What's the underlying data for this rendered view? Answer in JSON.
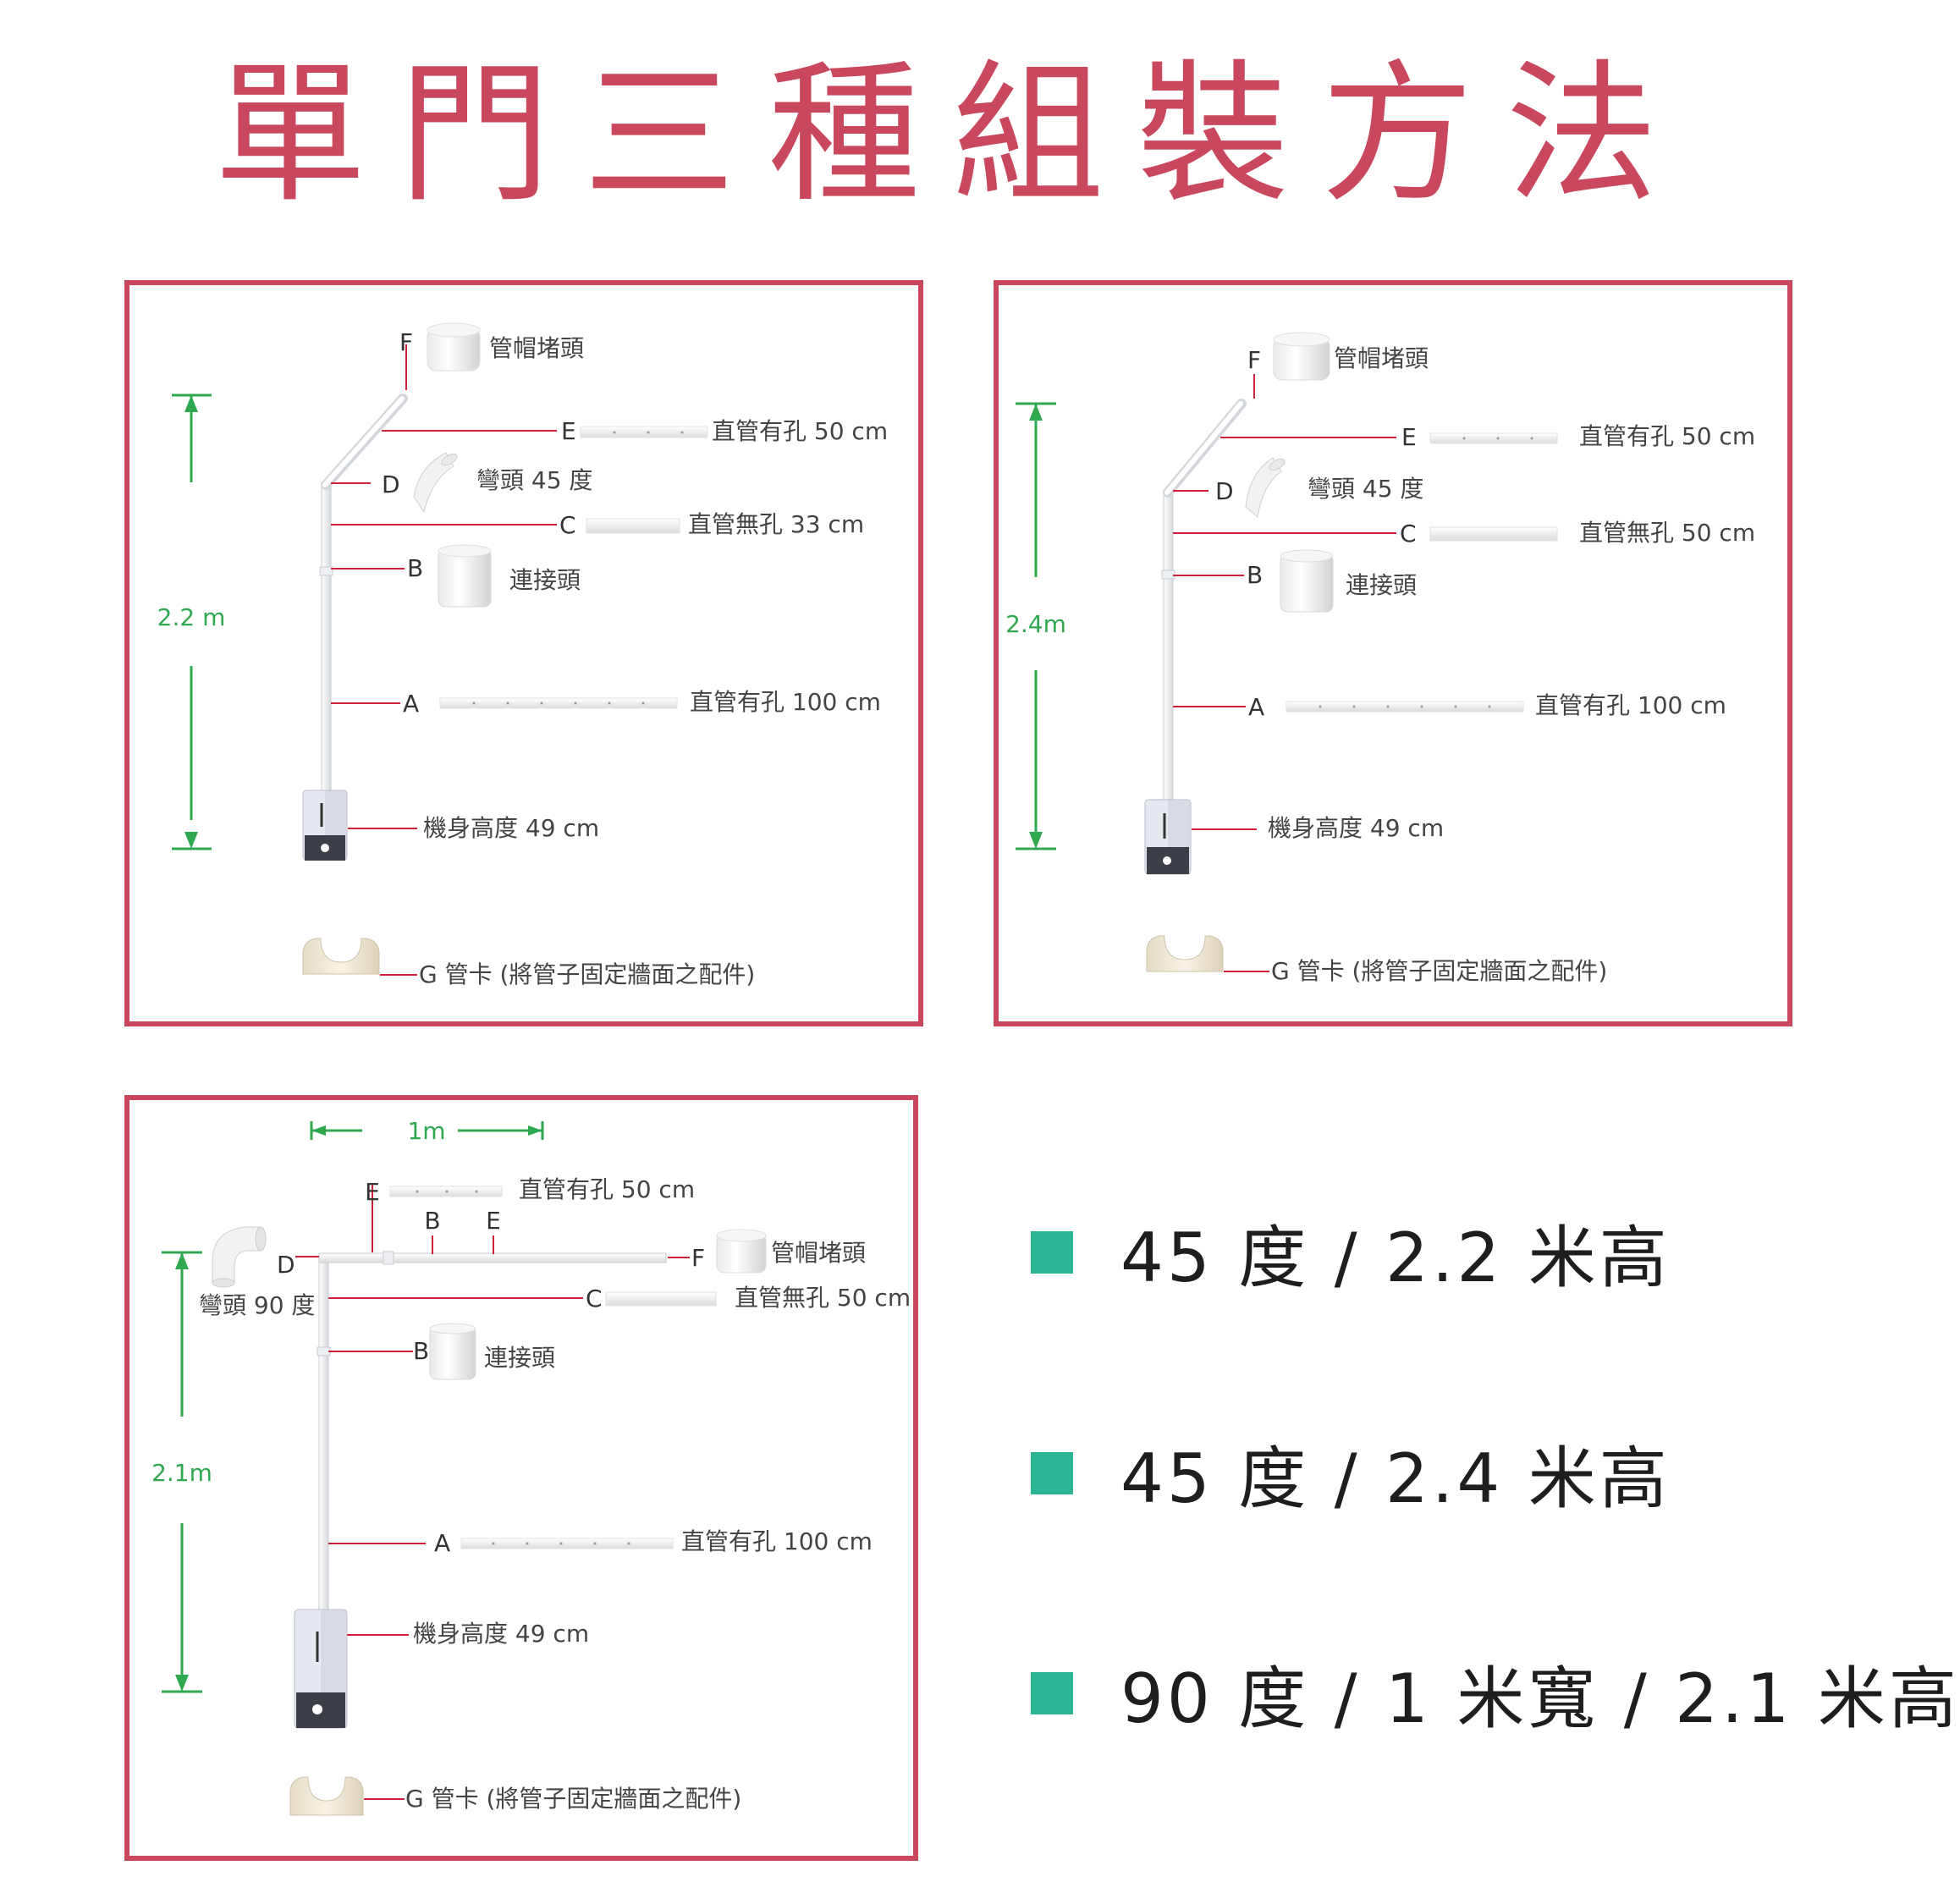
{
  "title": "單門三種組裝方法",
  "colors": {
    "frame": "#c9485e",
    "leader": "#d0213a",
    "dimension": "#2fa84f",
    "bullet": "#2bb592"
  },
  "panel1": {
    "height": "2.2 m",
    "F": {
      "letter": "F",
      "text": "管帽堵頭"
    },
    "E": {
      "letter": "E",
      "text": "直管有孔 50 cm"
    },
    "D": {
      "letter": "D",
      "text": "彎頭 45 度"
    },
    "C": {
      "letter": "C",
      "text": "直管無孔 33 cm"
    },
    "B": {
      "letter": "B",
      "text": "連接頭"
    },
    "A": {
      "letter": "A",
      "text": "直管有孔 100 cm"
    },
    "body": "機身高度 49 cm",
    "G": "G 管卡 (將管子固定牆面之配件)"
  },
  "panel2": {
    "height": "2.4m",
    "F": {
      "letter": "F",
      "text": "管帽堵頭"
    },
    "E": {
      "letter": "E",
      "text": "直管有孔 50 cm"
    },
    "D": {
      "letter": "D",
      "text": "彎頭 45 度"
    },
    "C": {
      "letter": "C",
      "text": "直管無孔 50 cm"
    },
    "B": {
      "letter": "B",
      "text": "連接頭"
    },
    "A": {
      "letter": "A",
      "text": "直管有孔 100 cm"
    },
    "body": "機身高度 49 cm",
    "G": "G 管卡 (將管子固定牆面之配件)"
  },
  "panel3": {
    "width": "1m",
    "height": "2.1m",
    "E": {
      "letter": "E",
      "text": "直管有孔 50 cm"
    },
    "B_top": "B",
    "E_top": "E",
    "F": {
      "letter": "F",
      "text": "管帽堵頭"
    },
    "D": {
      "letter": "D",
      "text": "彎頭 90 度"
    },
    "C": {
      "letter": "C",
      "text": "直管無孔 50 cm"
    },
    "B": {
      "letter": "B",
      "text": "連接頭"
    },
    "A": {
      "letter": "A",
      "text": "直管有孔 100 cm"
    },
    "body": "機身高度 49 cm",
    "G": "G 管卡 (將管子固定牆面之配件)"
  },
  "options": [
    "45 度 / 2.2 米高",
    "45 度 / 2.4 米高",
    "90 度 / 1 米寬 / 2.1 米高"
  ]
}
